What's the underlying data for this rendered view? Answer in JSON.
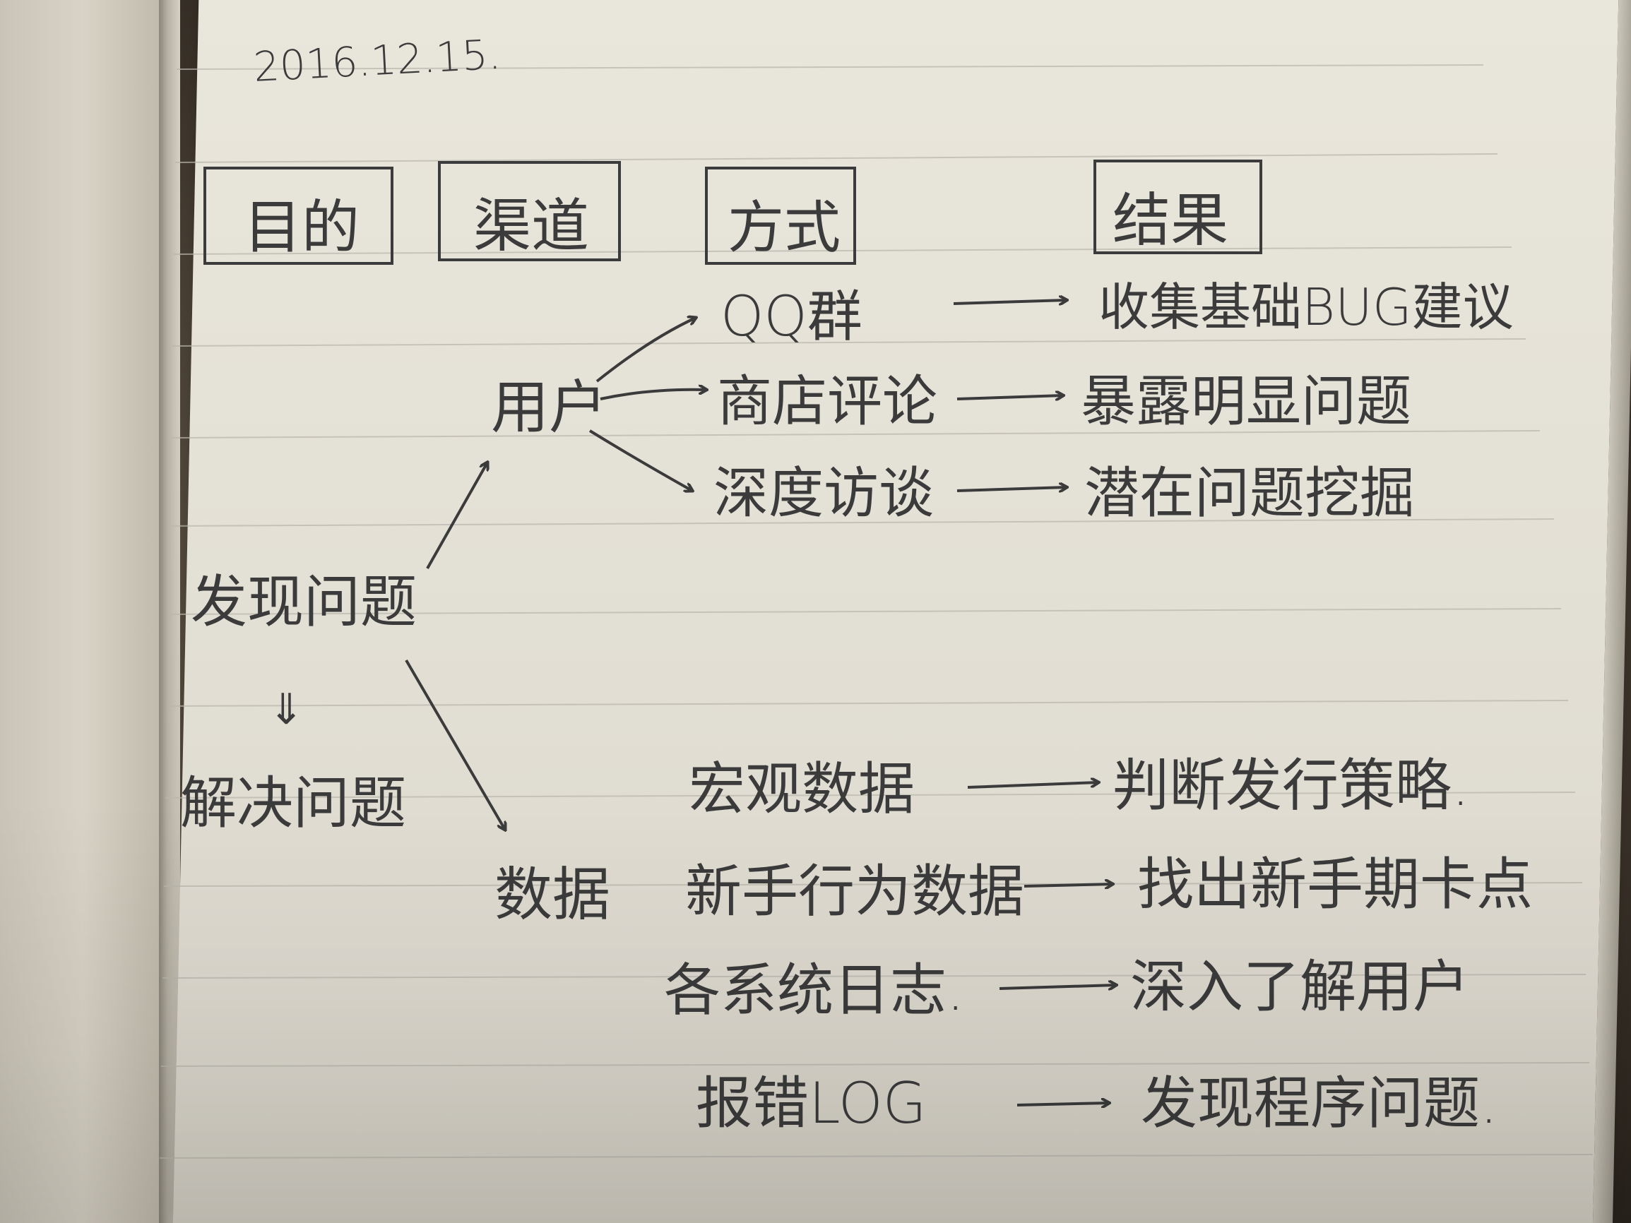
{
  "date": "2016.12.15.",
  "headers": {
    "purpose": "目的",
    "channel": "渠道",
    "method": "方式",
    "result": "结果"
  },
  "goals": {
    "find": "发现问题",
    "solve": "解决问题",
    "down_arrow": "⇓"
  },
  "user": {
    "label": "用户",
    "rows": [
      {
        "method": "QQ群",
        "result": "收集基础BUG建议"
      },
      {
        "method": "商店评论",
        "result": "暴露明显问题"
      },
      {
        "method": "深度访谈",
        "result": "潜在问题挖掘"
      }
    ]
  },
  "data": {
    "label": "数据",
    "rows": [
      {
        "method": "宏观数据",
        "result": "判断发行策略."
      },
      {
        "method": "新手行为数据",
        "result": "找出新手期卡点"
      },
      {
        "method": "各系统日志.",
        "result": "深入了解用户"
      },
      {
        "method": "报错LOG",
        "result": "发现程序问题."
      }
    ]
  }
}
